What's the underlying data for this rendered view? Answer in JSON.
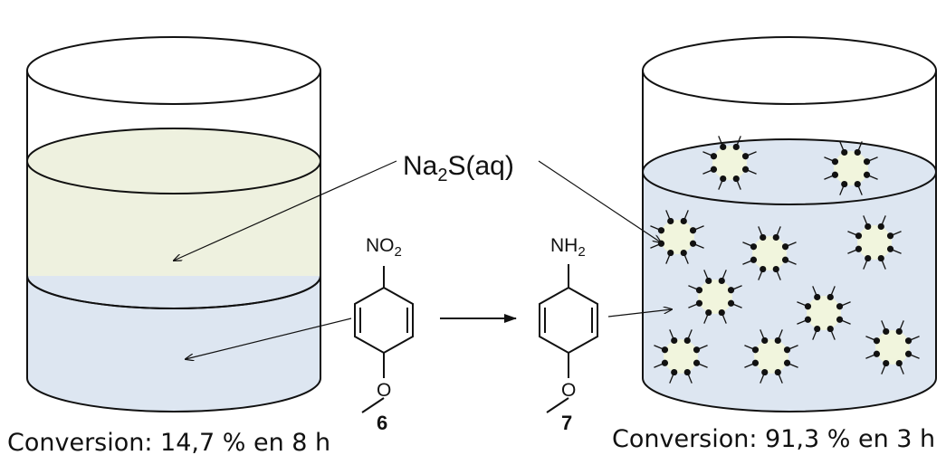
{
  "reagent": {
    "name_pre": "Na",
    "name_sub": "2",
    "name_post": "S(aq)"
  },
  "reactant": {
    "group_pre": "NO",
    "group_sub": "2",
    "number": "6"
  },
  "product": {
    "group_pre": "NH",
    "group_sub": "2",
    "number": "7"
  },
  "captions": {
    "left": "Conversion: 14,7 % en 8 h",
    "right": "Conversion: 91,3 % en 3 h"
  },
  "colors": {
    "organic_phase": "#eef1df",
    "aqueous_phase": "#dde6f1",
    "particle_fill": "#f1f5dd",
    "line": "#111111"
  }
}
